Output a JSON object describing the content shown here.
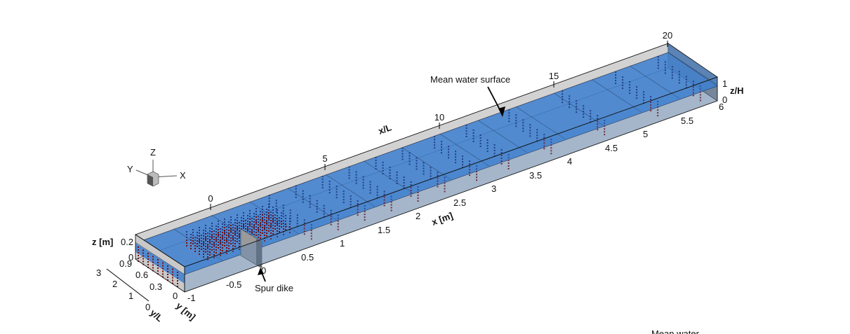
{
  "figure": {
    "axes": {
      "x_over_L": {
        "label": "x/L",
        "ticks": [
          "0",
          "5",
          "10",
          "15",
          "20"
        ]
      },
      "x_m": {
        "label": "x [m]",
        "ticks": [
          "-1",
          "-0.5",
          "0",
          "0.5",
          "1",
          "1.5",
          "2",
          "2.5",
          "3",
          "3.5",
          "4",
          "4.5",
          "5",
          "5.5",
          "6"
        ]
      },
      "y_m": {
        "label": "y [m]",
        "ticks": [
          "0",
          "0.3",
          "0.6",
          "0.9"
        ]
      },
      "y_over_L": {
        "label": "y/L",
        "ticks": [
          "0",
          "1",
          "2",
          "3"
        ]
      },
      "z_m": {
        "label": "z [m]",
        "ticks": [
          "0",
          "0.2"
        ]
      },
      "z_over_H": {
        "label": "z/H",
        "ticks": [
          "0",
          "1"
        ]
      }
    },
    "triad": {
      "x": "X",
      "y": "Y",
      "z": "Z"
    },
    "annotations": {
      "water_surface": "Mean water surface",
      "spur_dike": "Spur dike",
      "cut_off_label": "Mean water"
    },
    "colors": {
      "water": "#3c7fd0",
      "box": "#c8c8c8",
      "dots_upper": "#1f3f8a",
      "dots_lower": "#7a1010",
      "dike": "#9a9a9a"
    }
  }
}
